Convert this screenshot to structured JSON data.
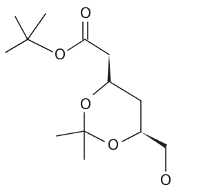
{
  "molecule": {
    "atom_labels": {
      "ester_carbonyl_o": "O",
      "ester_o": "O",
      "ring_o_top": "O",
      "ring_o_bottom": "O",
      "aldehyde_o": "O"
    },
    "colors": {
      "ink": "#1f1f1f",
      "background": "#ffffff"
    }
  }
}
